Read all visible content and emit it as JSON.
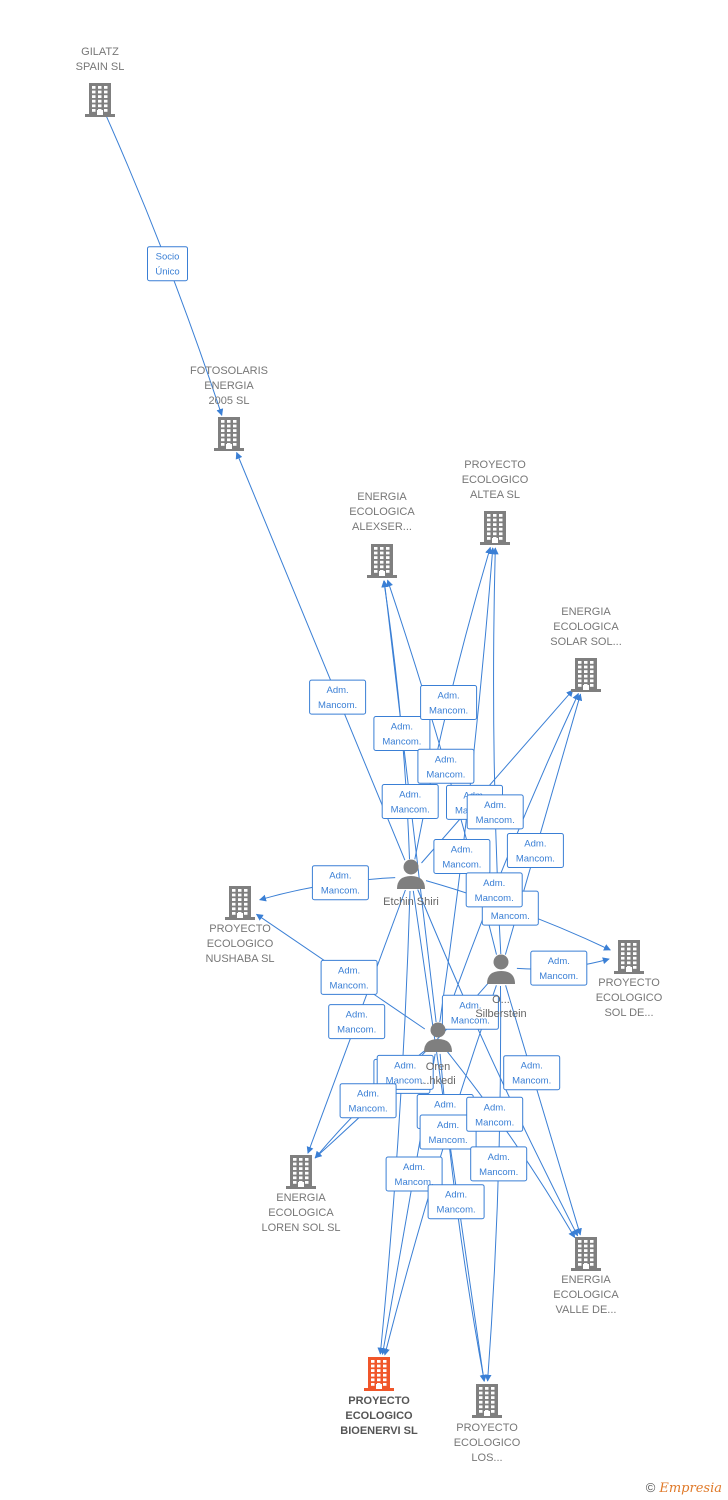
{
  "companies": [
    {
      "id": "gilatz",
      "lines": [
        "GILATZ",
        "SPAIN SL"
      ],
      "focus": false
    },
    {
      "id": "fotosolaris",
      "lines": [
        "FOTOSOLARIS",
        "ENERGIA",
        "2005 SL"
      ],
      "focus": false
    },
    {
      "id": "alexser",
      "lines": [
        "ENERGIA",
        "ECOLOGICA",
        "ALEXSER..."
      ],
      "focus": false
    },
    {
      "id": "altea",
      "lines": [
        "PROYECTO",
        "ECOLOGICO",
        "ALTEA SL"
      ],
      "focus": false
    },
    {
      "id": "solarsol",
      "lines": [
        "ENERGIA",
        "ECOLOGICA",
        "SOLAR SOL..."
      ],
      "focus": false
    },
    {
      "id": "nushaba",
      "lines": [
        "PROYECTO",
        "ECOLOGICO",
        "NUSHABA SL"
      ],
      "focus": false
    },
    {
      "id": "solde",
      "lines": [
        "PROYECTO",
        "ECOLOGICO",
        "SOL DE..."
      ],
      "focus": false
    },
    {
      "id": "lorensol",
      "lines": [
        "ENERGIA",
        "ECOLOGICA",
        "LOREN SOL SL"
      ],
      "focus": false
    },
    {
      "id": "valle",
      "lines": [
        "ENERGIA",
        "ECOLOGICA",
        "VALLE DE..."
      ],
      "focus": false
    },
    {
      "id": "bioenervi",
      "lines": [
        "PROYECTO",
        "ECOLOGICO",
        "BIOENERVI SL"
      ],
      "focus": true
    },
    {
      "id": "los",
      "lines": [
        "PROYECTO",
        "ECOLOGICO",
        "LOS..."
      ],
      "focus": false
    }
  ],
  "people": [
    {
      "id": "etchin",
      "lines": [
        "Etchin Shiri"
      ]
    },
    {
      "id": "silberstein",
      "lines": [
        "O...",
        "Silberstein"
      ]
    },
    {
      "id": "oren",
      "lines": [
        "Oren",
        "...hkedi"
      ]
    }
  ],
  "edges": [
    {
      "from": "gilatz",
      "to": "fotosolaris",
      "label": [
        "Socio",
        "Único"
      ]
    },
    {
      "from": "etchin",
      "to": "fotosolaris",
      "label": [
        "Adm.",
        "Mancom."
      ]
    },
    {
      "from": "etchin",
      "to": "alexser",
      "label": [
        "Adm.",
        "Mancom."
      ]
    },
    {
      "from": "etchin",
      "to": "altea",
      "label": [
        "Adm.",
        "Mancom."
      ]
    },
    {
      "from": "etchin",
      "to": "solarsol",
      "label": [
        "Adm.",
        "Mancom."
      ]
    },
    {
      "from": "etchin",
      "to": "nushaba",
      "label": [
        "Adm.",
        "Mancom."
      ]
    },
    {
      "from": "etchin",
      "to": "solde",
      "label": [
        "Adm.",
        "Mancom."
      ]
    },
    {
      "from": "etchin",
      "to": "lorensol",
      "label": [
        "Adm.",
        "Mancom."
      ]
    },
    {
      "from": "etchin",
      "to": "valle",
      "label": [
        "Adm.",
        "Mancom."
      ]
    },
    {
      "from": "etchin",
      "to": "bioenervi",
      "label": [
        "Adm.",
        "Mancom."
      ]
    },
    {
      "from": "etchin",
      "to": "los",
      "label": [
        "Adm.",
        "Mancom."
      ]
    },
    {
      "from": "silberstein",
      "to": "alexser",
      "label": [
        "Adm.",
        "Mancom."
      ]
    },
    {
      "from": "silberstein",
      "to": "altea",
      "label": [
        "Adm.",
        "Mancom."
      ]
    },
    {
      "from": "silberstein",
      "to": "solarsol",
      "label": [
        "Adm.",
        "Mancom."
      ]
    },
    {
      "from": "silberstein",
      "to": "solde",
      "label": [
        "Adm.",
        "Mancom."
      ]
    },
    {
      "from": "silberstein",
      "to": "lorensol",
      "label": [
        "Adm.",
        "Mancom."
      ]
    },
    {
      "from": "silberstein",
      "to": "valle",
      "label": [
        "Adm.",
        "Mancom."
      ]
    },
    {
      "from": "silberstein",
      "to": "bioenervi",
      "label": [
        "Adm.",
        "Mancom."
      ]
    },
    {
      "from": "silberstein",
      "to": "los",
      "label": [
        "Adm.",
        "Mancom."
      ]
    },
    {
      "from": "oren",
      "to": "alexser",
      "label": [
        "Adm.",
        "Mancom."
      ]
    },
    {
      "from": "oren",
      "to": "altea",
      "label": [
        "Adm.",
        "Mancom."
      ]
    },
    {
      "from": "oren",
      "to": "solarsol",
      "label": [
        "Adm.",
        "Mancom."
      ]
    },
    {
      "from": "oren",
      "to": "nushaba",
      "label": [
        "Adm.",
        "Mancom."
      ]
    },
    {
      "from": "oren",
      "to": "lorensol",
      "label": [
        "Adm.",
        "Mancom."
      ]
    },
    {
      "from": "oren",
      "to": "valle",
      "label": [
        "Adm.",
        "Mancom."
      ]
    },
    {
      "from": "oren",
      "to": "bioenervi",
      "label": [
        "Adm.",
        "Mancom."
      ]
    },
    {
      "from": "oren",
      "to": "los",
      "label": [
        "Adm.",
        "Mancom."
      ]
    }
  ],
  "colors": {
    "edge": "#3a7fd5",
    "building": "#7f7f7f",
    "focus": "#f0562a",
    "person": "#7f7f7f"
  },
  "footer": {
    "copyright": "©",
    "brand": "Empresia"
  }
}
